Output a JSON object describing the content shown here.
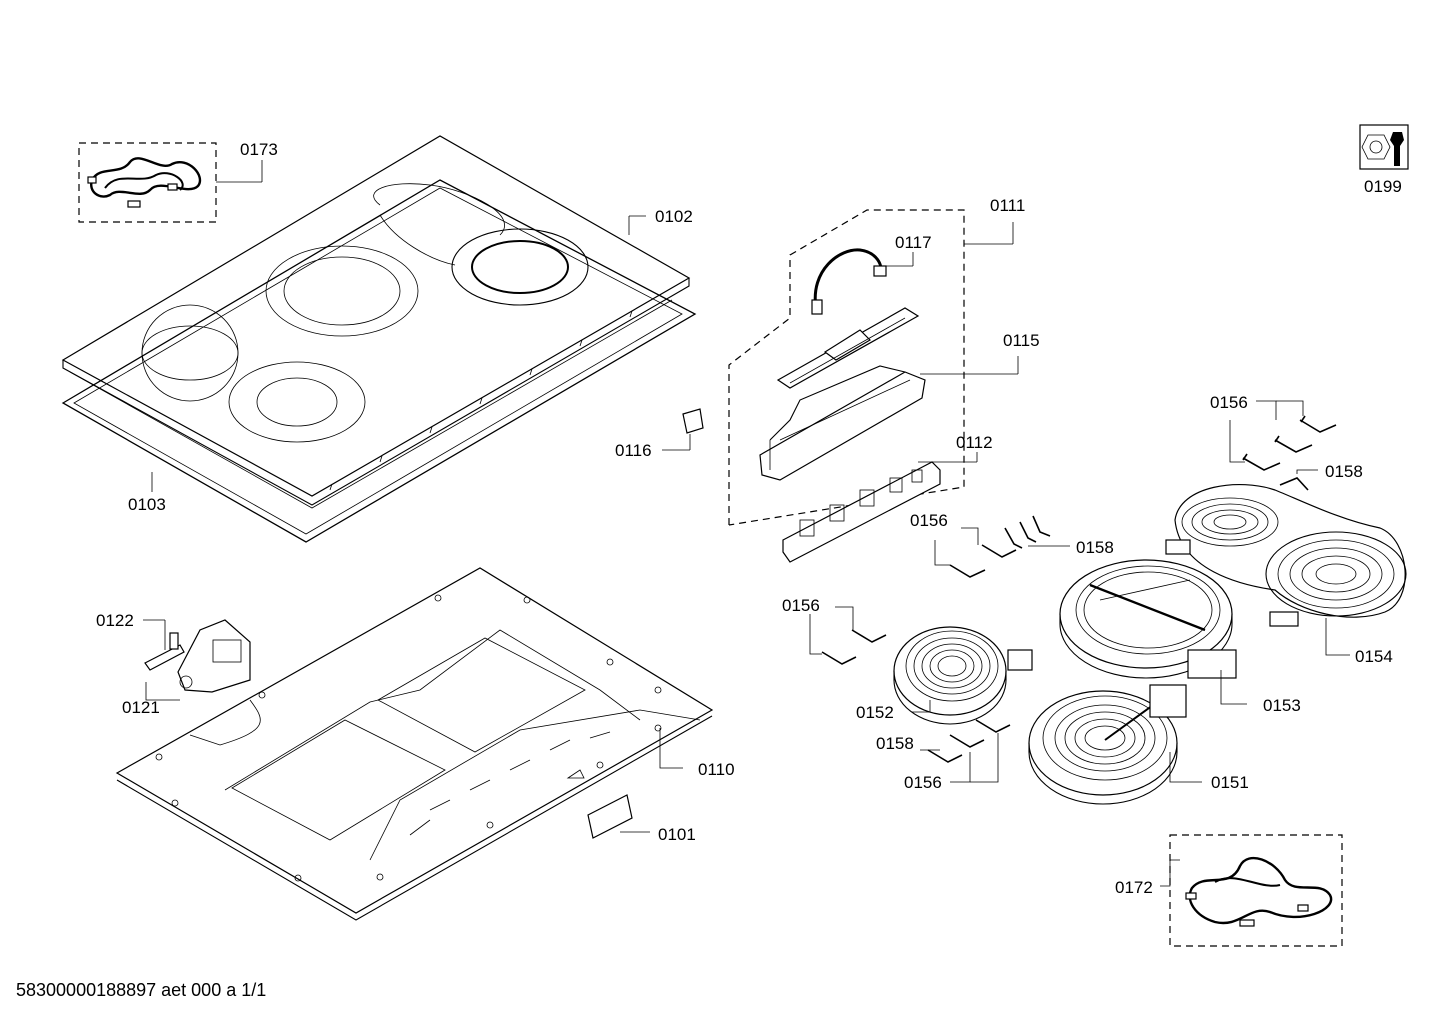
{
  "callouts": {
    "p0173": "0173",
    "p0102": "0102",
    "p0103": "0103",
    "p0111": "0111",
    "p0117": "0117",
    "p0115": "0115",
    "p0116": "0116",
    "p0112": "0112",
    "p0156_a": "0156",
    "p0158_a": "0158",
    "p0156_b": "0156",
    "p0158_b": "0158",
    "p0156_c": "0156",
    "p0154": "0154",
    "p0153": "0153",
    "p0152": "0152",
    "p0158_c": "0158",
    "p0156_d": "0156",
    "p0151": "0151",
    "p0122": "0122",
    "p0121": "0121",
    "p0110": "0110",
    "p0101": "0101",
    "p0172": "0172",
    "p0199": "0199"
  },
  "footer": {
    "doc_id": "58300000188897 aet 000 a 1/1"
  }
}
